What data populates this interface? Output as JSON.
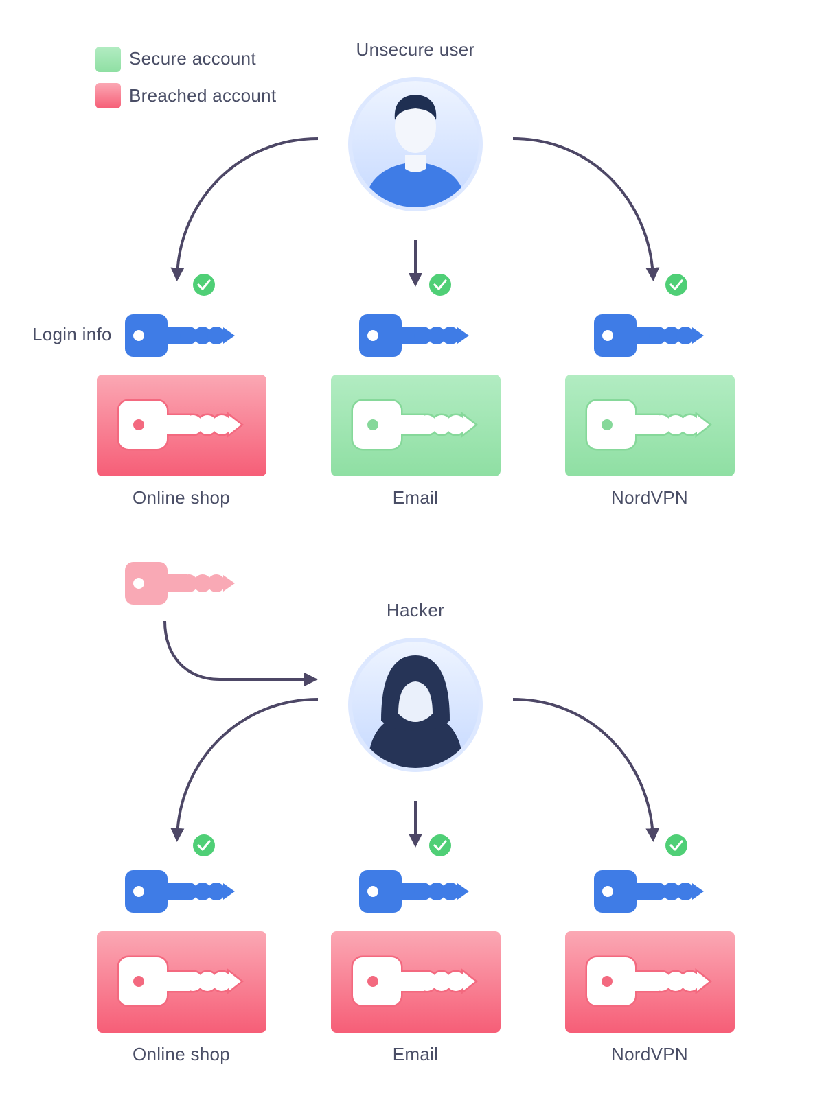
{
  "legend": {
    "secure_label": "Secure account",
    "breached_label": "Breached account"
  },
  "top": {
    "user_label": "Unsecure user",
    "login_info_label": "Login info",
    "accounts": [
      {
        "name": "Online shop",
        "status": "breached"
      },
      {
        "name": "Email",
        "status": "secure"
      },
      {
        "name": "NordVPN",
        "status": "secure"
      }
    ]
  },
  "bottom": {
    "hacker_label": "Hacker",
    "accounts": [
      {
        "name": "Online shop",
        "status": "breached"
      },
      {
        "name": "Email",
        "status": "breached"
      },
      {
        "name": "NordVPN",
        "status": "breached"
      }
    ]
  },
  "colors": {
    "secure": "#8fdfa3",
    "breached": "#f76c82",
    "key_blue": "#3f7ce6",
    "arrow": "#4d4766",
    "check": "#4fcf76",
    "hacker": "#263457",
    "stolen_key": "#f9a9b5"
  }
}
